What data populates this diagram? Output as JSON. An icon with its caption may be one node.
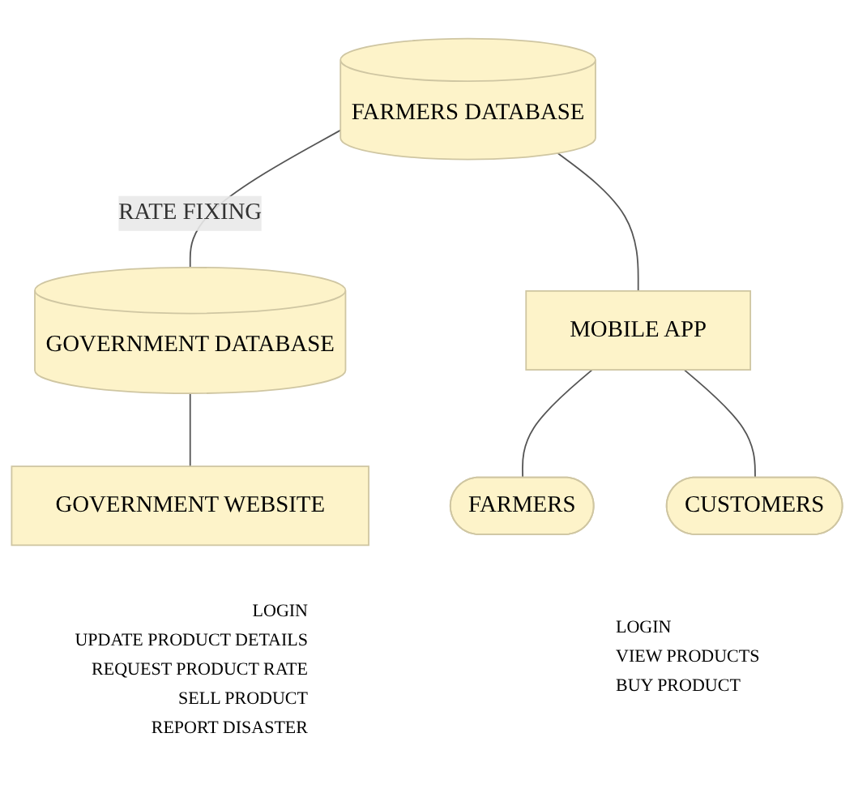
{
  "diagram": {
    "nodes": [
      {
        "text": [
          "FARMERS DATABASE"
        ]
      },
      {
        "text": [
          "GOVERNMENT DATABASE"
        ]
      },
      {
        "text": [
          "MOBILE APP"
        ]
      },
      {
        "text": [
          "GOVERNMENT WEBSITE"
        ]
      },
      {
        "text": [
          "FARMERS"
        ]
      },
      {
        "text": [
          "CUSTOMERS"
        ]
      }
    ],
    "edges": [
      {
        "from": 0,
        "to": 1,
        "arrow": "none",
        "label": "RATE FIXING"
      },
      {
        "from": 0,
        "to": 2,
        "arrow": "none"
      },
      {
        "from": 1,
        "to": 3,
        "arrow": "none"
      },
      {
        "from": 2,
        "to": 4,
        "arrow": "none"
      },
      {
        "from": 2,
        "to": 5,
        "arrow": "none"
      }
    ],
    "labels": [
      "LOGIN",
      "UPDATE PRODUCT DETAILS",
      "REQUEST PRODUCT RATE",
      "SELL PRODUCT",
      "REPORT DISASTER",
      "LOGIN",
      "VIEW PRODUCTS",
      "BUY PRODUCT"
    ]
  }
}
